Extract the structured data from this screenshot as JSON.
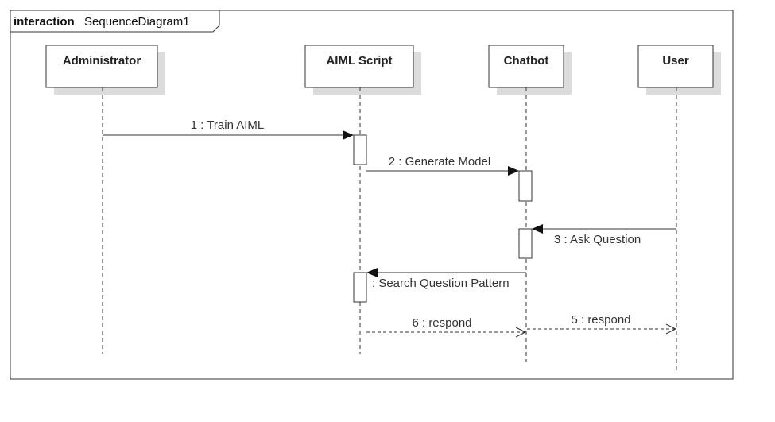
{
  "frame": {
    "keyword": "interaction",
    "name": "SequenceDiagram1"
  },
  "lifelines": [
    {
      "id": "administrator",
      "label": "Administrator"
    },
    {
      "id": "aiml-script",
      "label": "AIML Script"
    },
    {
      "id": "chatbot",
      "label": "Chatbot"
    },
    {
      "id": "user",
      "label": "User"
    }
  ],
  "messages": [
    {
      "label": "1 : Train AIML",
      "from": "Administrator",
      "to": "AIML Script",
      "kind": "sync"
    },
    {
      "label": "2 : Generate Model",
      "from": "AIML Script",
      "to": "Chatbot",
      "kind": "sync"
    },
    {
      "label": "3 : Ask Question",
      "from": "User",
      "to": "Chatbot",
      "kind": "sync"
    },
    {
      "label": ": Search Question Pattern",
      "from": "Chatbot",
      "to": "AIML Script",
      "kind": "sync"
    },
    {
      "label": "5 : respond",
      "from": "Chatbot",
      "to": "User",
      "kind": "reply"
    },
    {
      "label": "6 : respond",
      "from": "AIML Script",
      "to": "Chatbot",
      "kind": "reply"
    }
  ]
}
